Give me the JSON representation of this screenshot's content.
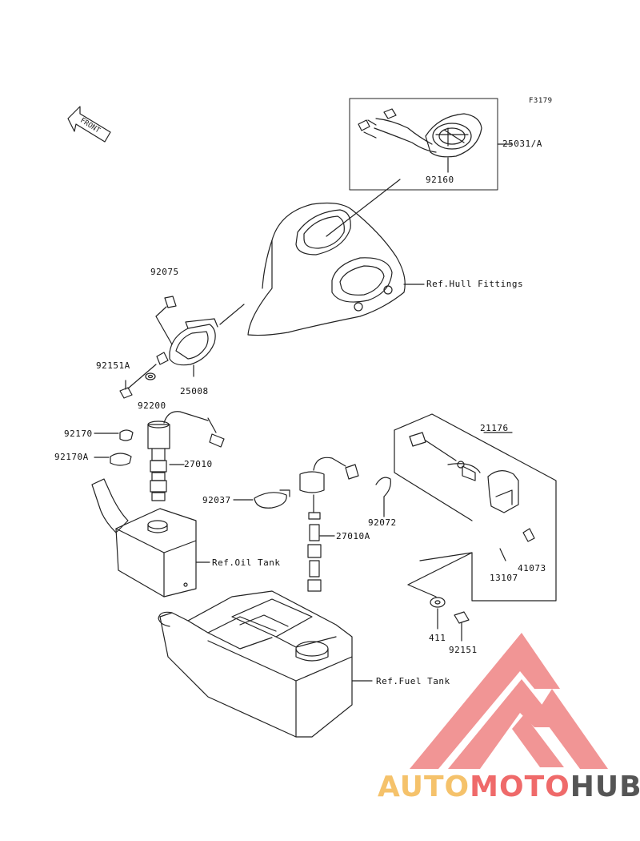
{
  "figure_code": "F3179",
  "front_arrow": "FRONT",
  "parts": {
    "p25031a": "25031/A",
    "p92160": "92160",
    "p92075": "92075",
    "p92151a": "92151A",
    "p92200": "92200",
    "p25008": "25008",
    "p92170": "92170",
    "p92170a": "92170A",
    "p27010": "27010",
    "p92037": "92037",
    "p92072": "92072",
    "p27010a": "27010A",
    "p21176": "21176",
    "p13107": "13107",
    "p41073": "41073",
    "p411": "411",
    "p92151": "92151"
  },
  "refs": {
    "hull": "Ref.Hull Fittings",
    "oil": "Ref.Oil Tank",
    "fuel": "Ref.Fuel Tank"
  },
  "watermark": {
    "part1": "AUTO",
    "part2": "MOTO",
    "part3": "HUB",
    "color_auto": "#f5c26b",
    "color_moto": "#ef6a6a",
    "color_hub": "#555555",
    "logo_color": "#f08a8a"
  }
}
